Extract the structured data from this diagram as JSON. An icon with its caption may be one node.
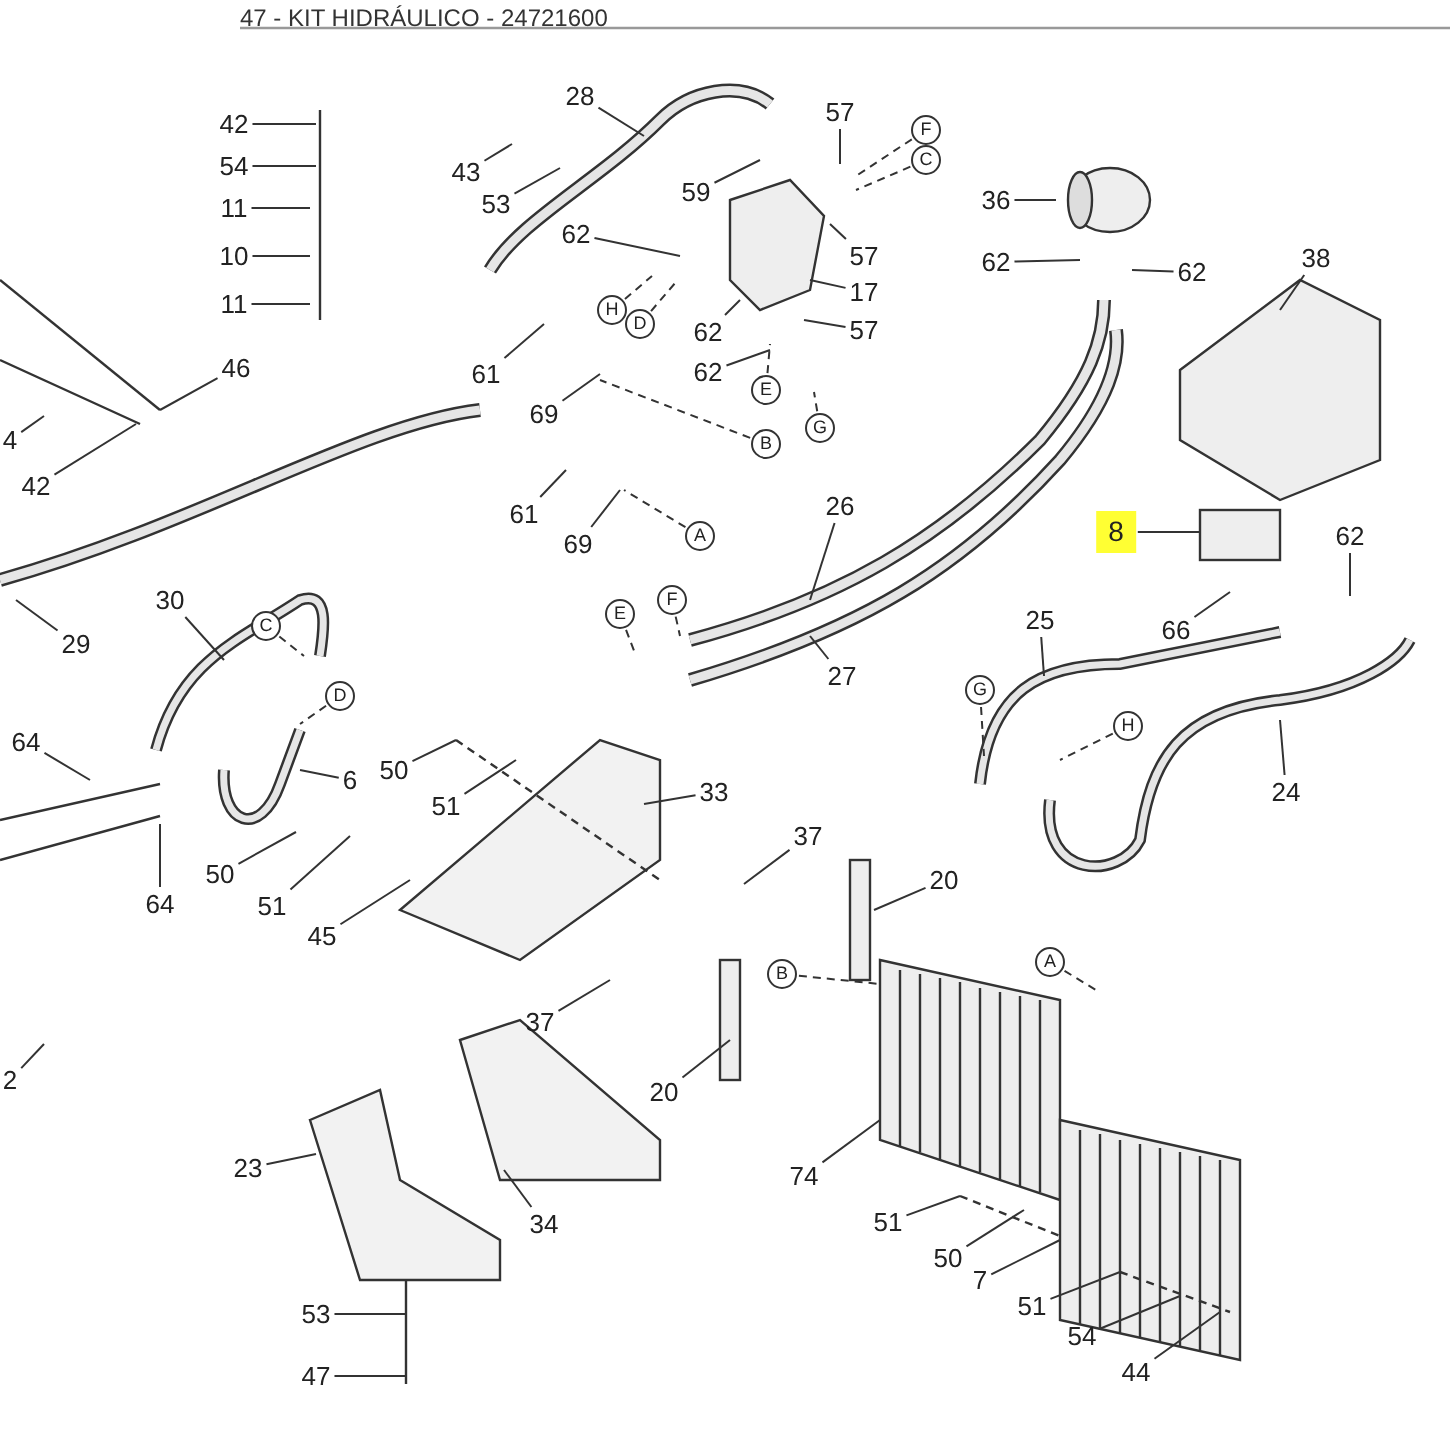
{
  "diagram": {
    "title": "47 - KIT HIDRÁULICO - 24721600",
    "nodes": [
      {
        "text": [
          "42"
        ]
      },
      {
        "text": [
          "54"
        ]
      },
      {
        "text": [
          "11"
        ]
      },
      {
        "text": [
          "10"
        ]
      },
      {
        "text": [
          "11"
        ]
      },
      {
        "text": [
          "28"
        ]
      },
      {
        "text": [
          "43"
        ]
      },
      {
        "text": [
          "53"
        ]
      },
      {
        "text": [
          "59"
        ]
      },
      {
        "text": [
          "57"
        ]
      },
      {
        "text": [
          "F"
        ]
      },
      {
        "text": [
          "C"
        ]
      },
      {
        "text": [
          "36"
        ]
      },
      {
        "text": [
          "62"
        ]
      },
      {
        "text": [
          "57"
        ]
      },
      {
        "text": [
          "62"
        ]
      },
      {
        "text": [
          "62"
        ]
      },
      {
        "text": [
          "38"
        ]
      },
      {
        "text": [
          "17"
        ]
      },
      {
        "text": [
          "H"
        ]
      },
      {
        "text": [
          "D"
        ]
      },
      {
        "text": [
          "62"
        ]
      },
      {
        "text": [
          "57"
        ]
      },
      {
        "text": [
          "46"
        ]
      },
      {
        "text": [
          "61"
        ]
      },
      {
        "text": [
          "62"
        ]
      },
      {
        "text": [
          "E"
        ]
      },
      {
        "text": [
          "69"
        ]
      },
      {
        "text": [
          "G"
        ]
      },
      {
        "text": [
          "4"
        ]
      },
      {
        "text": [
          "B"
        ]
      },
      {
        "text": [
          "42"
        ]
      },
      {
        "text": [
          "26"
        ]
      },
      {
        "text": [
          "61"
        ]
      },
      {
        "text": [
          "8"
        ]
      },
      {
        "text": [
          "62"
        ]
      },
      {
        "text": [
          "A"
        ]
      },
      {
        "text": [
          "69"
        ]
      },
      {
        "text": [
          "30"
        ]
      },
      {
        "text": [
          "E"
        ]
      },
      {
        "text": [
          "F"
        ]
      },
      {
        "text": [
          "25"
        ]
      },
      {
        "text": [
          "C"
        ]
      },
      {
        "text": [
          "66"
        ]
      },
      {
        "text": [
          "29"
        ]
      },
      {
        "text": [
          "27"
        ]
      },
      {
        "text": [
          "G"
        ]
      },
      {
        "text": [
          "D"
        ]
      },
      {
        "text": [
          "H"
        ]
      },
      {
        "text": [
          "64"
        ]
      },
      {
        "text": [
          "50"
        ]
      },
      {
        "text": [
          "6"
        ]
      },
      {
        "text": [
          "24"
        ]
      },
      {
        "text": [
          "33"
        ]
      },
      {
        "text": [
          "51"
        ]
      },
      {
        "text": [
          "37"
        ]
      },
      {
        "text": [
          "50"
        ]
      },
      {
        "text": [
          "20"
        ]
      },
      {
        "text": [
          "64"
        ]
      },
      {
        "text": [
          "51"
        ]
      },
      {
        "text": [
          "45"
        ]
      },
      {
        "text": [
          "A"
        ]
      },
      {
        "text": [
          "B"
        ]
      },
      {
        "text": [
          "37"
        ]
      },
      {
        "text": [
          "2"
        ]
      },
      {
        "text": [
          "20"
        ]
      },
      {
        "text": [
          "23"
        ]
      },
      {
        "text": [
          "74"
        ]
      },
      {
        "text": [
          "51"
        ]
      },
      {
        "text": [
          "34"
        ]
      },
      {
        "text": [
          "50"
        ]
      },
      {
        "text": [
          "7"
        ]
      },
      {
        "text": [
          "51"
        ]
      },
      {
        "text": [
          "53"
        ]
      },
      {
        "text": [
          "54"
        ]
      },
      {
        "text": [
          "47"
        ]
      },
      {
        "text": [
          "44"
        ]
      }
    ],
    "edges": [
      {
        "from": 0,
        "to": null,
        "arrow": "none"
      },
      {
        "from": 1,
        "to": null,
        "arrow": "none"
      },
      {
        "from": 2,
        "to": null,
        "arrow": "none"
      },
      {
        "from": 3,
        "to": null,
        "arrow": "none"
      },
      {
        "from": 4,
        "to": null,
        "arrow": "none"
      },
      {
        "from": 5,
        "to": null,
        "arrow": "none"
      },
      {
        "from": 6,
        "to": null,
        "arrow": "none"
      },
      {
        "from": 7,
        "to": null,
        "arrow": "none"
      },
      {
        "from": 8,
        "to": null,
        "arrow": "none"
      },
      {
        "from": 9,
        "to": null,
        "arrow": "none"
      },
      {
        "from": 10,
        "to": null,
        "arrow": "none",
        "style": "dashed"
      },
      {
        "from": 11,
        "to": null,
        "arrow": "none",
        "style": "dashed"
      },
      {
        "from": 12,
        "to": null,
        "arrow": "none"
      },
      {
        "from": 13,
        "to": null,
        "arrow": "none"
      },
      {
        "from": 14,
        "to": null,
        "arrow": "none"
      },
      {
        "from": 15,
        "to": null,
        "arrow": "none"
      },
      {
        "from": 16,
        "to": null,
        "arrow": "none"
      },
      {
        "from": 17,
        "to": null,
        "arrow": "none"
      },
      {
        "from": 18,
        "to": null,
        "arrow": "none"
      },
      {
        "from": 19,
        "to": null,
        "arrow": "none",
        "style": "dashed"
      },
      {
        "from": 20,
        "to": null,
        "arrow": "none",
        "style": "dashed"
      },
      {
        "from": 21,
        "to": null,
        "arrow": "none"
      },
      {
        "from": 22,
        "to": null,
        "arrow": "none"
      },
      {
        "from": 23,
        "to": null,
        "arrow": "none"
      },
      {
        "from": 24,
        "to": null,
        "arrow": "none"
      },
      {
        "from": 25,
        "to": null,
        "arrow": "none"
      },
      {
        "from": 26,
        "to": null,
        "arrow": "none",
        "style": "dashed"
      },
      {
        "from": 27,
        "to": null,
        "arrow": "none"
      },
      {
        "from": 28,
        "to": null,
        "arrow": "none",
        "style": "dashed"
      },
      {
        "from": 29,
        "to": null,
        "arrow": "none"
      },
      {
        "from": 30,
        "to": null,
        "arrow": "none",
        "style": "dashed"
      },
      {
        "from": 31,
        "to": null,
        "arrow": "none"
      },
      {
        "from": 32,
        "to": null,
        "arrow": "none"
      },
      {
        "from": 33,
        "to": null,
        "arrow": "none"
      },
      {
        "from": 34,
        "to": null,
        "arrow": "none"
      },
      {
        "from": 35,
        "to": null,
        "arrow": "none"
      },
      {
        "from": 36,
        "to": null,
        "arrow": "none",
        "style": "dashed"
      },
      {
        "from": 37,
        "to": null,
        "arrow": "none"
      },
      {
        "from": 38,
        "to": null,
        "arrow": "none"
      },
      {
        "from": 39,
        "to": null,
        "arrow": "none",
        "style": "dashed"
      },
      {
        "from": 40,
        "to": null,
        "arrow": "none",
        "style": "dashed"
      },
      {
        "from": 41,
        "to": null,
        "arrow": "none"
      },
      {
        "from": 42,
        "to": null,
        "arrow": "none",
        "style": "dashed"
      },
      {
        "from": 43,
        "to": null,
        "arrow": "none"
      },
      {
        "from": 44,
        "to": null,
        "arrow": "none"
      },
      {
        "from": 45,
        "to": null,
        "arrow": "none"
      },
      {
        "from": 46,
        "to": null,
        "arrow": "none",
        "style": "dashed"
      },
      {
        "from": 47,
        "to": null,
        "arrow": "none",
        "style": "dashed"
      },
      {
        "from": 48,
        "to": null,
        "arrow": "none",
        "style": "dashed"
      },
      {
        "from": 49,
        "to": null,
        "arrow": "none"
      },
      {
        "from": 50,
        "to": null,
        "arrow": "none"
      },
      {
        "from": 51,
        "to": null,
        "arrow": "none"
      },
      {
        "from": 52,
        "to": null,
        "arrow": "none"
      },
      {
        "from": 53,
        "to": null,
        "arrow": "none"
      },
      {
        "from": 54,
        "to": null,
        "arrow": "none"
      },
      {
        "from": 55,
        "to": null,
        "arrow": "none"
      },
      {
        "from": 56,
        "to": null,
        "arrow": "none"
      },
      {
        "from": 57,
        "to": null,
        "arrow": "none"
      },
      {
        "from": 58,
        "to": null,
        "arrow": "none"
      },
      {
        "from": 59,
        "to": null,
        "arrow": "none"
      },
      {
        "from": 60,
        "to": null,
        "arrow": "none"
      },
      {
        "from": 61,
        "to": null,
        "arrow": "none",
        "style": "dashed"
      },
      {
        "from": 62,
        "to": null,
        "arrow": "none",
        "style": "dashed"
      },
      {
        "from": 63,
        "to": null,
        "arrow": "none"
      },
      {
        "from": 64,
        "to": null,
        "arrow": "none"
      },
      {
        "from": 65,
        "to": null,
        "arrow": "none"
      },
      {
        "from": 66,
        "to": null,
        "arrow": "none"
      },
      {
        "from": 67,
        "to": null,
        "arrow": "none"
      },
      {
        "from": 68,
        "to": null,
        "arrow": "none"
      },
      {
        "from": 69,
        "to": null,
        "arrow": "none"
      },
      {
        "from": 70,
        "to": null,
        "arrow": "none"
      },
      {
        "from": 71,
        "to": null,
        "arrow": "none"
      },
      {
        "from": 72,
        "to": null,
        "arrow": "none"
      },
      {
        "from": 73,
        "to": null,
        "arrow": "none"
      },
      {
        "from": 74,
        "to": null,
        "arrow": "none"
      },
      {
        "from": 75,
        "to": null,
        "arrow": "none"
      },
      {
        "from": 76,
        "to": null,
        "arrow": "none"
      }
    ]
  }
}
